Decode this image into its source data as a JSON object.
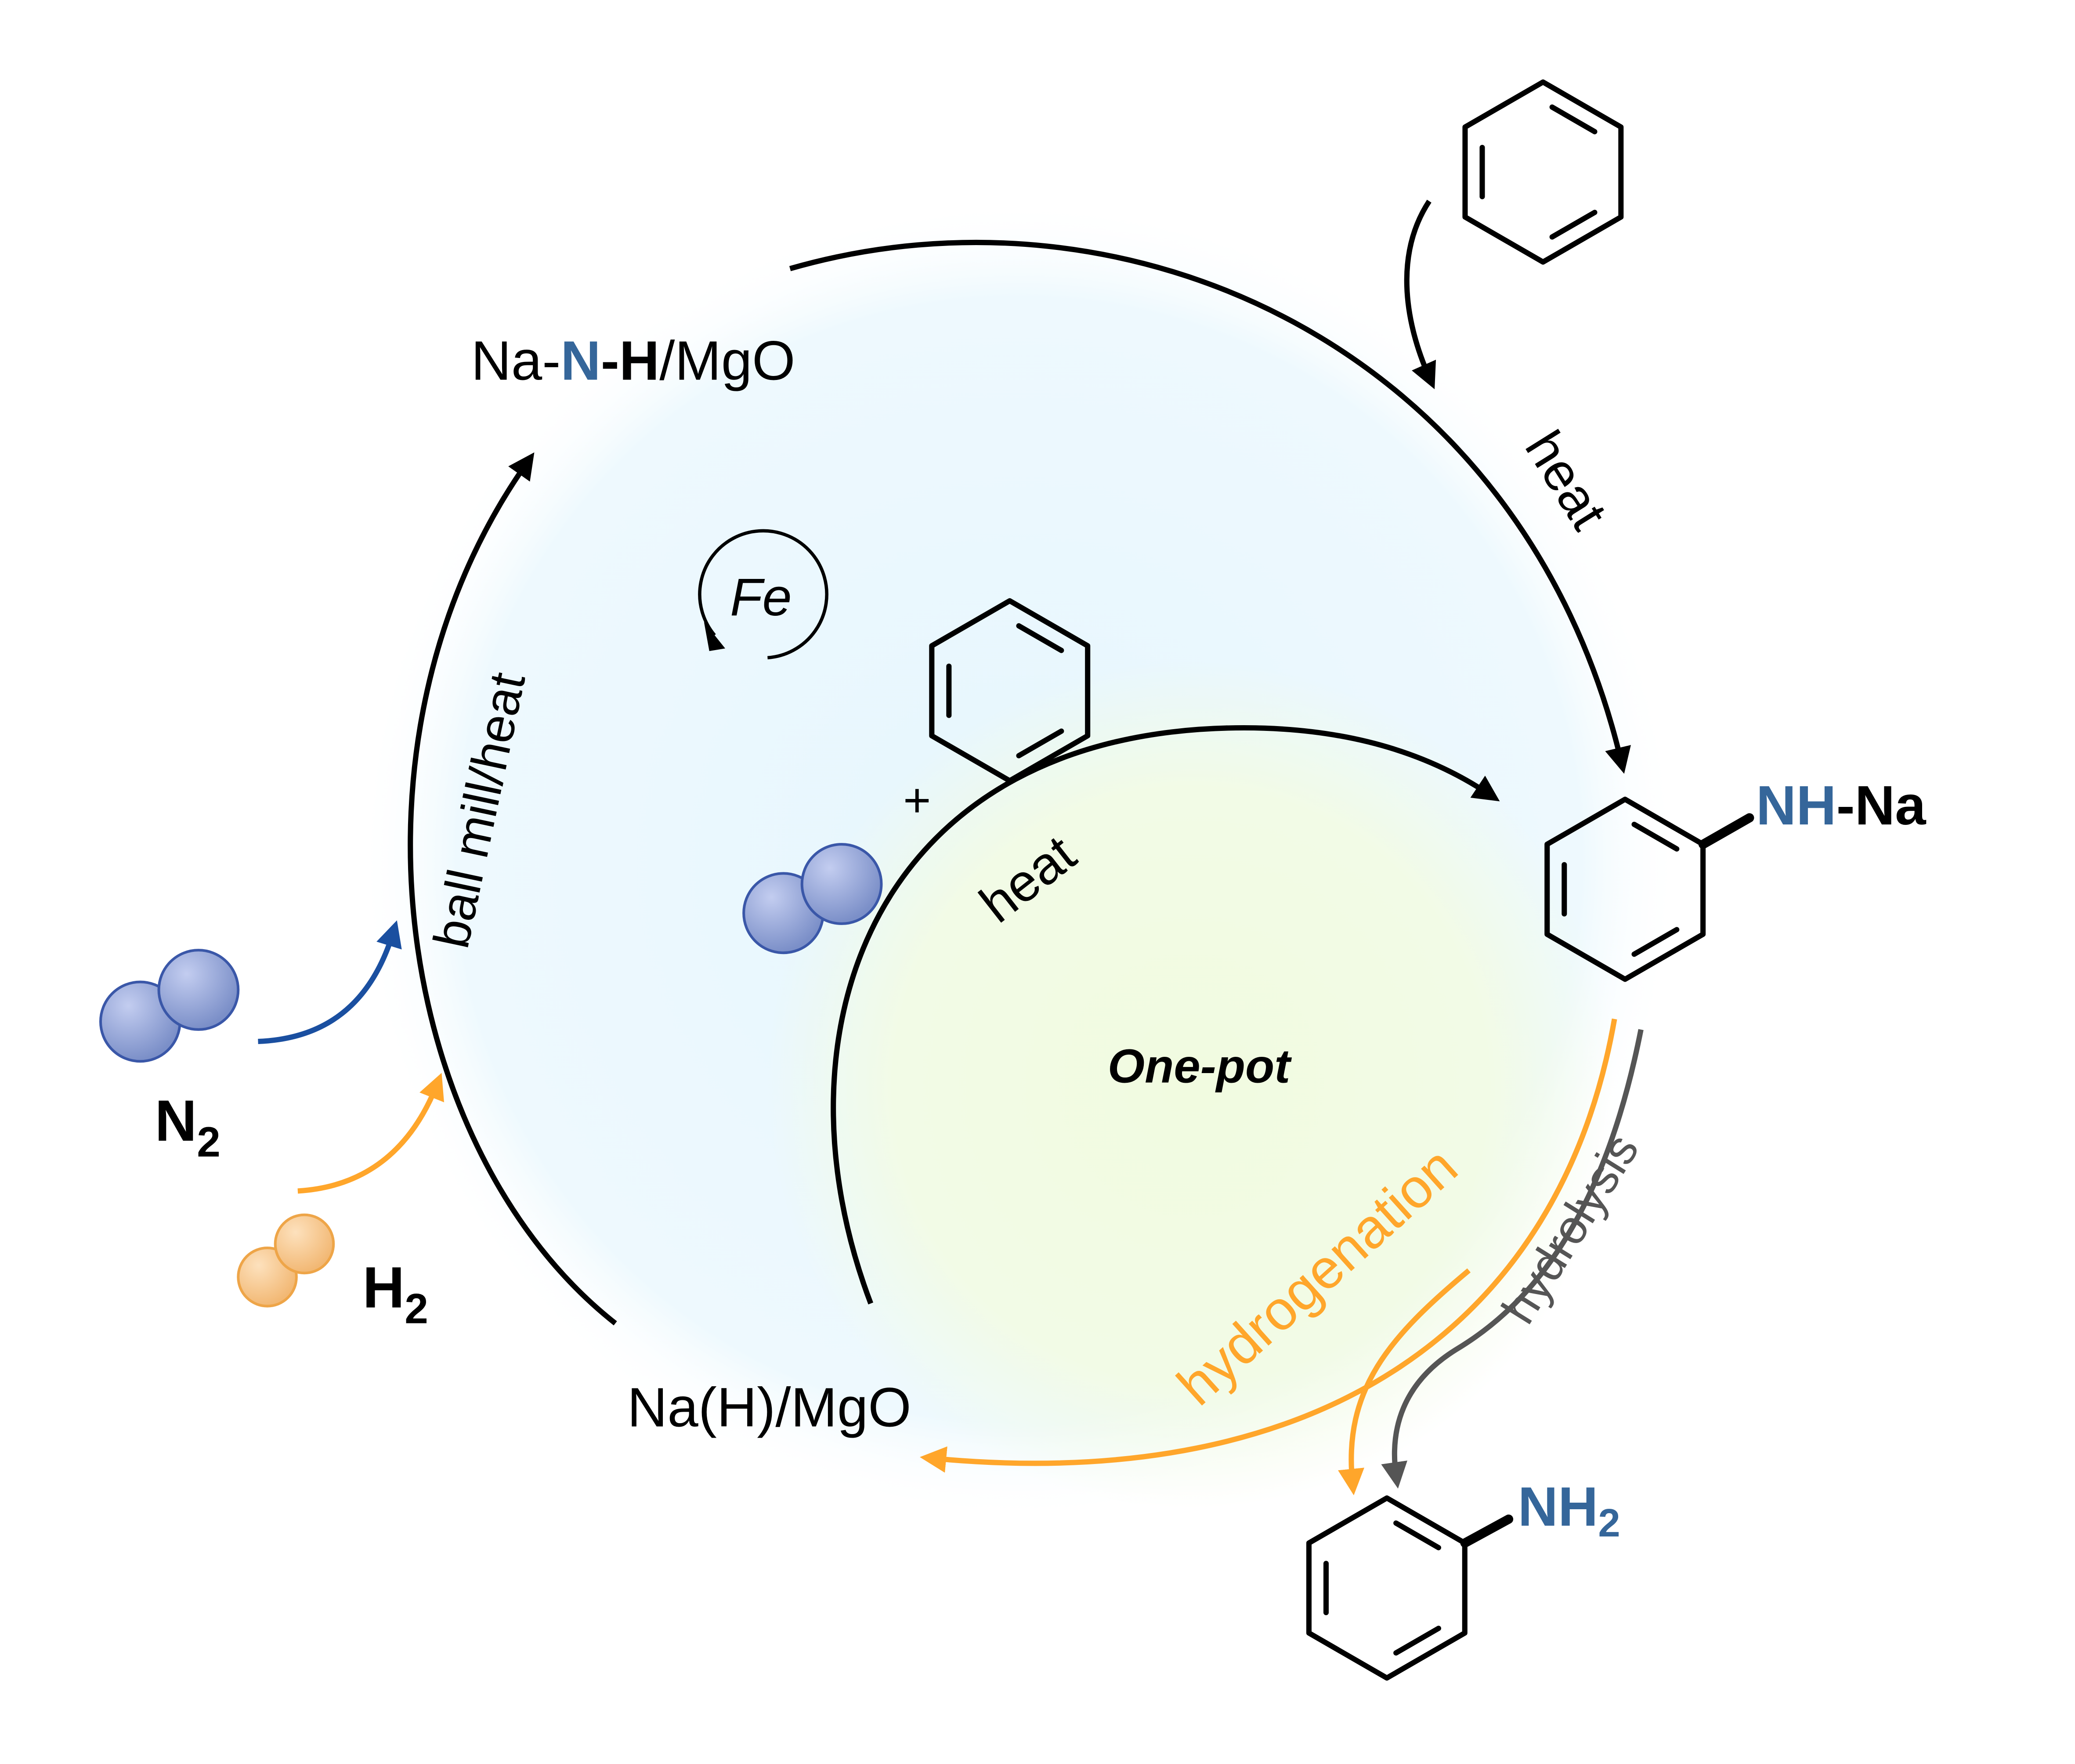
{
  "labels": {
    "nanh_prefix": "Na-",
    "nanh_n": "N",
    "nanh_dash": "-",
    "nanh_h": "H",
    "nanh_suffix": "/MgO",
    "na_h_mgo": "Na(H)/MgO",
    "fe": "Fe",
    "plus": "+",
    "heat_top": "heat",
    "heat_inner": "heat",
    "ball_mill_heat": "ball mill/heat",
    "one_pot": "One-pot",
    "hydrogenation": "hydrogenation",
    "hydrolysis": "hydrolysis",
    "nh": "NH",
    "nh_dash_na": "-Na",
    "nh2_nh": "NH",
    "nh2_sub": "2",
    "n2_n": "N",
    "n2_sub": "2",
    "h2_h": "H",
    "h2_sub": "2"
  },
  "colors": {
    "nitrogen_blue": "#35669a",
    "hydrogenation_orange": "#ffa62b",
    "hydrolysis_gray": "#555555",
    "n2_molecule": "#8c9fd0",
    "h2_molecule": "#f6c68a",
    "n2_arrow": "#1a4fa0",
    "cycle_bg": "#eaf7fd",
    "one_pot_bg": "#f1fbe3"
  }
}
